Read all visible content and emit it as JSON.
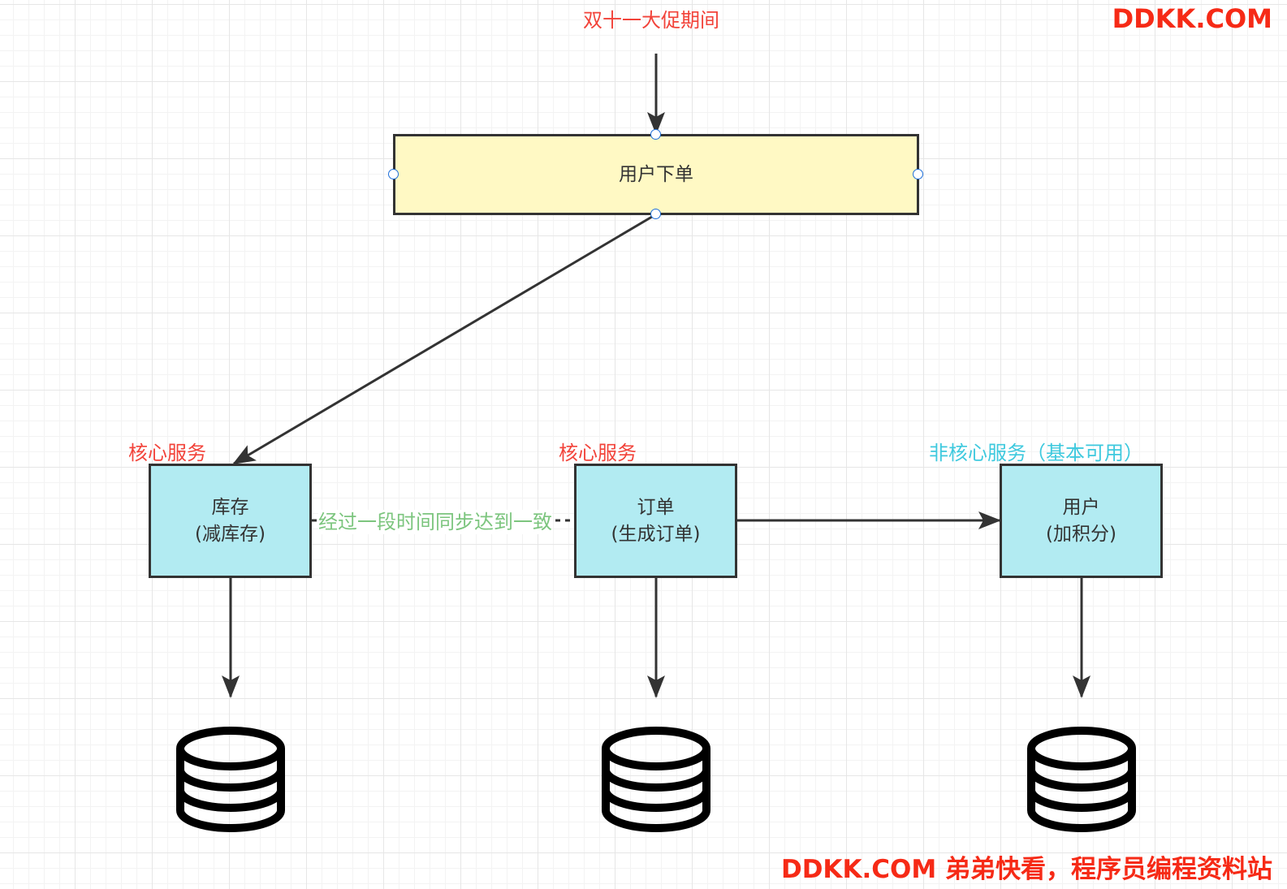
{
  "colors": {
    "stroke": "#333333",
    "red_label": "#f2433a",
    "cyan_label": "#3ec9de",
    "green_label": "#7cc57e",
    "watermark": "#f62a16",
    "top_fill": "#fff9c4",
    "service_fill": "#b2ebf2"
  },
  "diagram": {
    "trigger_label": "双十一大促期间",
    "top_node": {
      "label": "用户下单"
    },
    "services": [
      {
        "tag": "核心服务",
        "title": "库存",
        "subtitle": "(减库存)",
        "icon": "database-icon"
      },
      {
        "tag": "核心服务",
        "title": "订单",
        "subtitle": "(生成订单)",
        "icon": "database-icon"
      },
      {
        "tag": "非核心服务（基本可用）",
        "title": "用户",
        "subtitle": "(加积分)",
        "icon": "database-icon"
      }
    ],
    "sync_label": "经过一段时间同步达到一致"
  },
  "watermark": {
    "top_right": "DDKK.COM",
    "bottom": "DDKK.COM 弟弟快看，程序员编程资料站"
  }
}
